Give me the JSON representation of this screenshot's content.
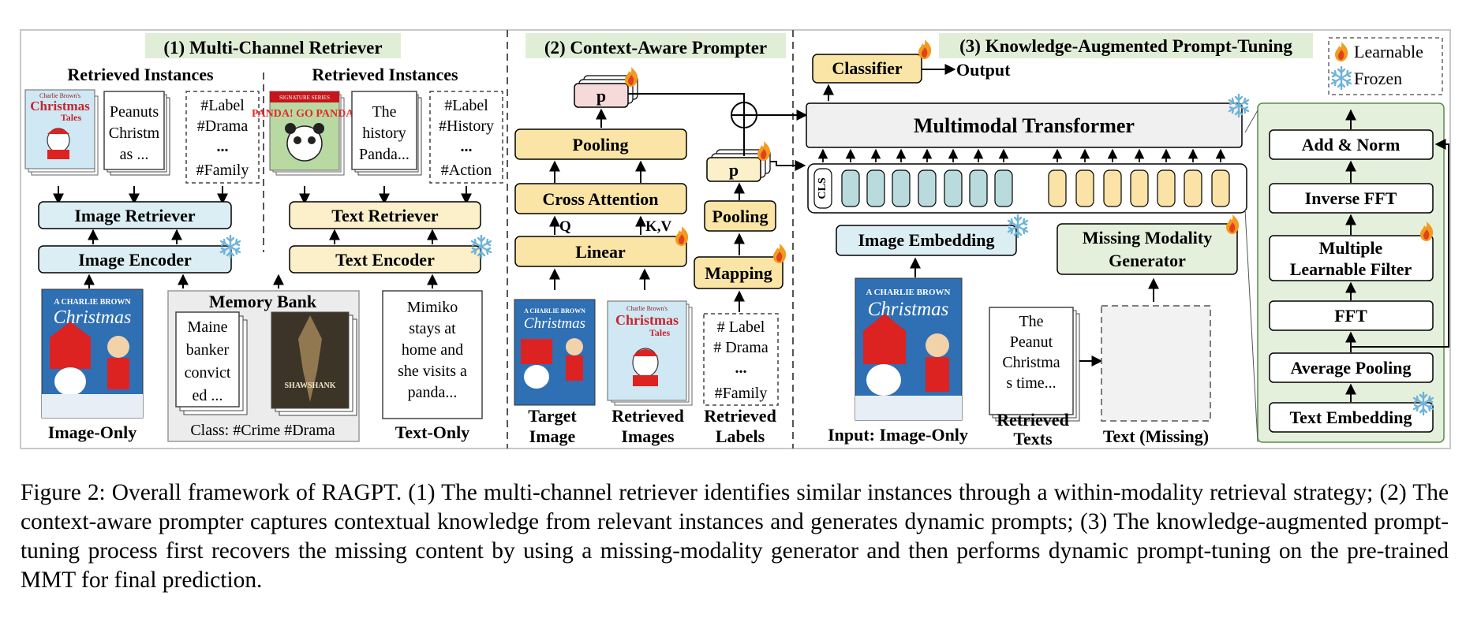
{
  "legend": {
    "learnable": "Learnable",
    "frozen": "Frozen"
  },
  "panel1": {
    "title": "(1) Multi-Channel Retriever",
    "left": {
      "header": "Retrieved Instances",
      "text_lines": [
        "Peanuts",
        "Christm",
        "as ..."
      ],
      "label_lines": [
        "#Label",
        "#Drama",
        "...",
        "#Family"
      ],
      "retriever": "Image Retriever",
      "encoder": "Image Encoder",
      "query_caption": "Image-Only",
      "poster_title_small": "Charlie Brown's",
      "poster_title": "Christmas",
      "poster_sub": "Tales",
      "query_poster_top": "A CHARLIE BROWN",
      "query_poster_title": "Christmas"
    },
    "right": {
      "header": "Retrieved Instances",
      "text_lines": [
        "The",
        "history",
        "Panda..."
      ],
      "label_lines": [
        "#Label",
        "#History",
        "...",
        "#Action"
      ],
      "retriever": "Text Retriever",
      "encoder": "Text Encoder",
      "query_lines": [
        "Mimiko",
        "stays at",
        "home and",
        "she visits a",
        "panda..."
      ],
      "query_caption": "Text-Only",
      "poster_top": "SIGNATURE SERIES",
      "poster_title": "PANDA! GO PANDA!"
    },
    "memory": {
      "title": "Memory Bank",
      "text_lines": [
        "Maine",
        "banker",
        "convict",
        "ed ..."
      ],
      "poster_title": "SHAWSHANK",
      "class_label": "Class: #Crime #Drama"
    }
  },
  "panel2": {
    "title": "(2) Context-Aware Prompter",
    "prompt": "p",
    "pooling": "Pooling",
    "cross_attention": "Cross Attention",
    "q": "Q",
    "kv": "K,V",
    "linear": "Linear",
    "prompt2": "p",
    "pooling2": "Pooling",
    "mapping": "Mapping",
    "label_lines": [
      "# Label",
      "# Drama",
      "...",
      "#Family"
    ],
    "caption_target": [
      "Target",
      "Image"
    ],
    "caption_retrieved_images": [
      "Retrieved",
      "Images"
    ],
    "caption_retrieved_labels": [
      "Retrieved",
      "Labels"
    ]
  },
  "panel3": {
    "title": "(3) Knowledge-Augmented Prompt-Tuning",
    "classifier": "Classifier",
    "output": "Output",
    "transformer": "Multimodal Transformer",
    "cls": "CLS",
    "image_embedding": "Image Embedding",
    "generator": [
      "Missing Modality",
      "Generator"
    ],
    "input_caption": "Input: Image-Only",
    "retrieved_text_lines": [
      "The",
      "Peanut",
      "Christma",
      "s time..."
    ],
    "retrieved_texts_caption": [
      "Retrieved",
      "Texts"
    ],
    "missing_caption": "Text (Missing)",
    "generator_stack": {
      "add_norm": "Add & Norm",
      "inverse_fft": "Inverse FFT",
      "filter": [
        "Multiple",
        "Learnable Filter"
      ],
      "fft": "FFT",
      "avg_pool": "Average Pooling",
      "text_embedding": "Text Embedding"
    }
  },
  "caption": "Figure 2: Overall framework of RAGPT. (1) The multi-channel retriever identifies similar instances through a within-modality retrieval strategy; (2) The context-aware prompter captures contextual knowledge from relevant instances and generates dynamic prompts; (3) The knowledge-augmented prompt-tuning process first recovers the missing content by using a missing-modality generator and then performs dynamic prompt-tuning on the pre-trained MMT for final prediction.",
  "colors": {
    "blue_box": "#dbeef4",
    "yellow_box": "#fae4a6",
    "green_panel": "#e5f0dc",
    "green_title": "#e1eed7",
    "pink_prompt": "#f6d9d9",
    "token_blue": "#b9dbdd",
    "token_yellow": "#fbe2a6",
    "grey_transformer": "#f0f0f0"
  }
}
